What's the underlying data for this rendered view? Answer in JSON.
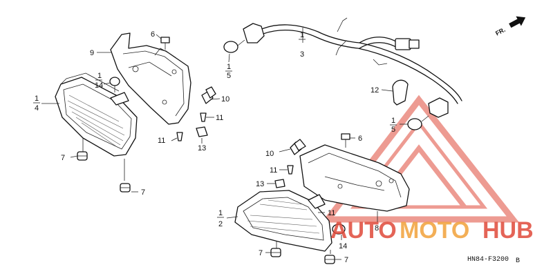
{
  "callouts": {
    "c1a": {
      "top": "1",
      "bottom": "4"
    },
    "c9": "9",
    "c6a": "6",
    "c1b": {
      "top": "1",
      "bottom": "14"
    },
    "c1c": {
      "top": "1",
      "bottom": "3"
    },
    "c1d": {
      "top": "1",
      "bottom": "5"
    },
    "c10a": "10",
    "c11a": "11",
    "c11b": "11",
    "c13a": "13",
    "c7a": "7",
    "c7b": "7",
    "c12": "12",
    "c1e": {
      "top": "1",
      "bottom": "5"
    },
    "c6b": "6",
    "c10b": "10",
    "c11c": "11",
    "c13b": "13",
    "c1f": {
      "top": "1",
      "bottom": "2"
    },
    "c11d": "11",
    "c8": "8",
    "c14": "14",
    "c7c": "7",
    "c7d": "7"
  },
  "direction_label": "FR.",
  "diagram_code": "HN84-F3200",
  "diagram_suffix": "B",
  "watermark": {
    "text_part1": "AUTO",
    "text_part2": "MOTO",
    "text_part3": "HUB",
    "color_primary": "#e04a3a",
    "color_secondary": "#f2a23a"
  }
}
